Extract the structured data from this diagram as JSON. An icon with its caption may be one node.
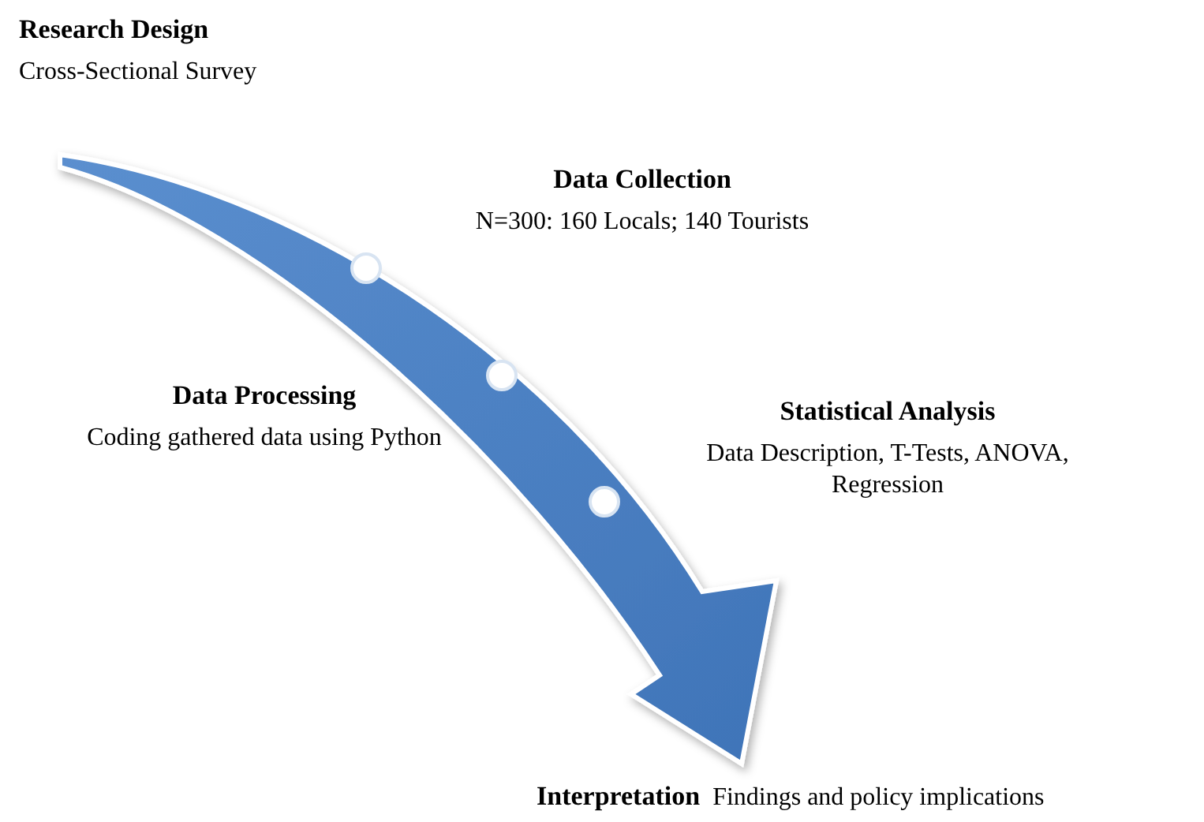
{
  "diagram": {
    "nodes": [
      {
        "text": [
          "Research Design",
          "Cross-Sectional Survey"
        ]
      },
      {
        "text": [
          "Data Collection",
          "N=300: 160 Locals; 140 Tourists"
        ]
      },
      {
        "text": [
          "Data Processing",
          "Coding gathered data using Python"
        ]
      },
      {
        "text": [
          "Statistical Analysis",
          "Data Description, T-Tests, ANOVA, Regression"
        ]
      },
      {
        "text": [
          "Interpretation",
          "Findings and policy implications"
        ]
      }
    ],
    "edges": [
      {
        "from": 0,
        "to": 4,
        "arrow": "to",
        "style": "thick"
      }
    ]
  }
}
